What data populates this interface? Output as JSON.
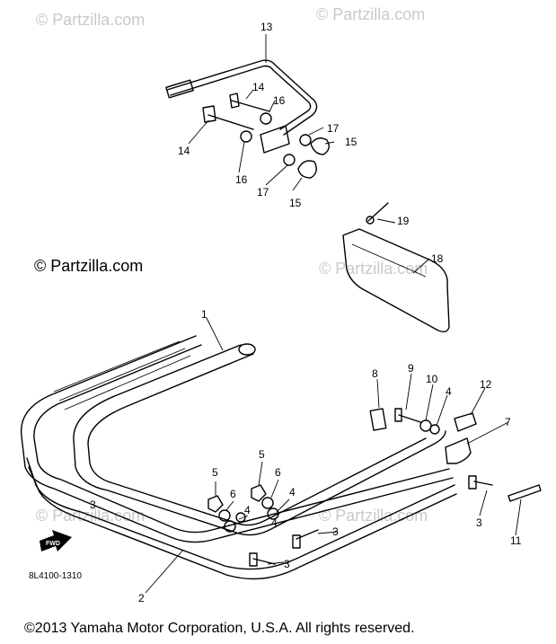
{
  "watermarks": {
    "text": "© Partzilla.com",
    "strong_text": "© Partzilla.com"
  },
  "callouts": {
    "p1": "1",
    "p2": "2",
    "p3a": "3",
    "p3b": "3",
    "p3c": "3",
    "p3d": "3",
    "p4a": "4",
    "p4b": "4",
    "p4c": "4",
    "p4d": "4",
    "p5a": "5",
    "p5b": "5",
    "p6a": "6",
    "p6b": "6",
    "p7": "7",
    "p8": "8",
    "p9": "9",
    "p10": "10",
    "p11": "11",
    "p12": "12",
    "p13": "13",
    "p14a": "14",
    "p14b": "14",
    "p15a": "15",
    "p15b": "15",
    "p16a": "16",
    "p16b": "16",
    "p17a": "17",
    "p17b": "17",
    "p18": "18",
    "p19": "19"
  },
  "fwd_label": "FWD",
  "diagram_code": "8L4100-1310",
  "copyright": "©2013  Yamaha Motor Corporation, U.S.A. All rights reserved."
}
